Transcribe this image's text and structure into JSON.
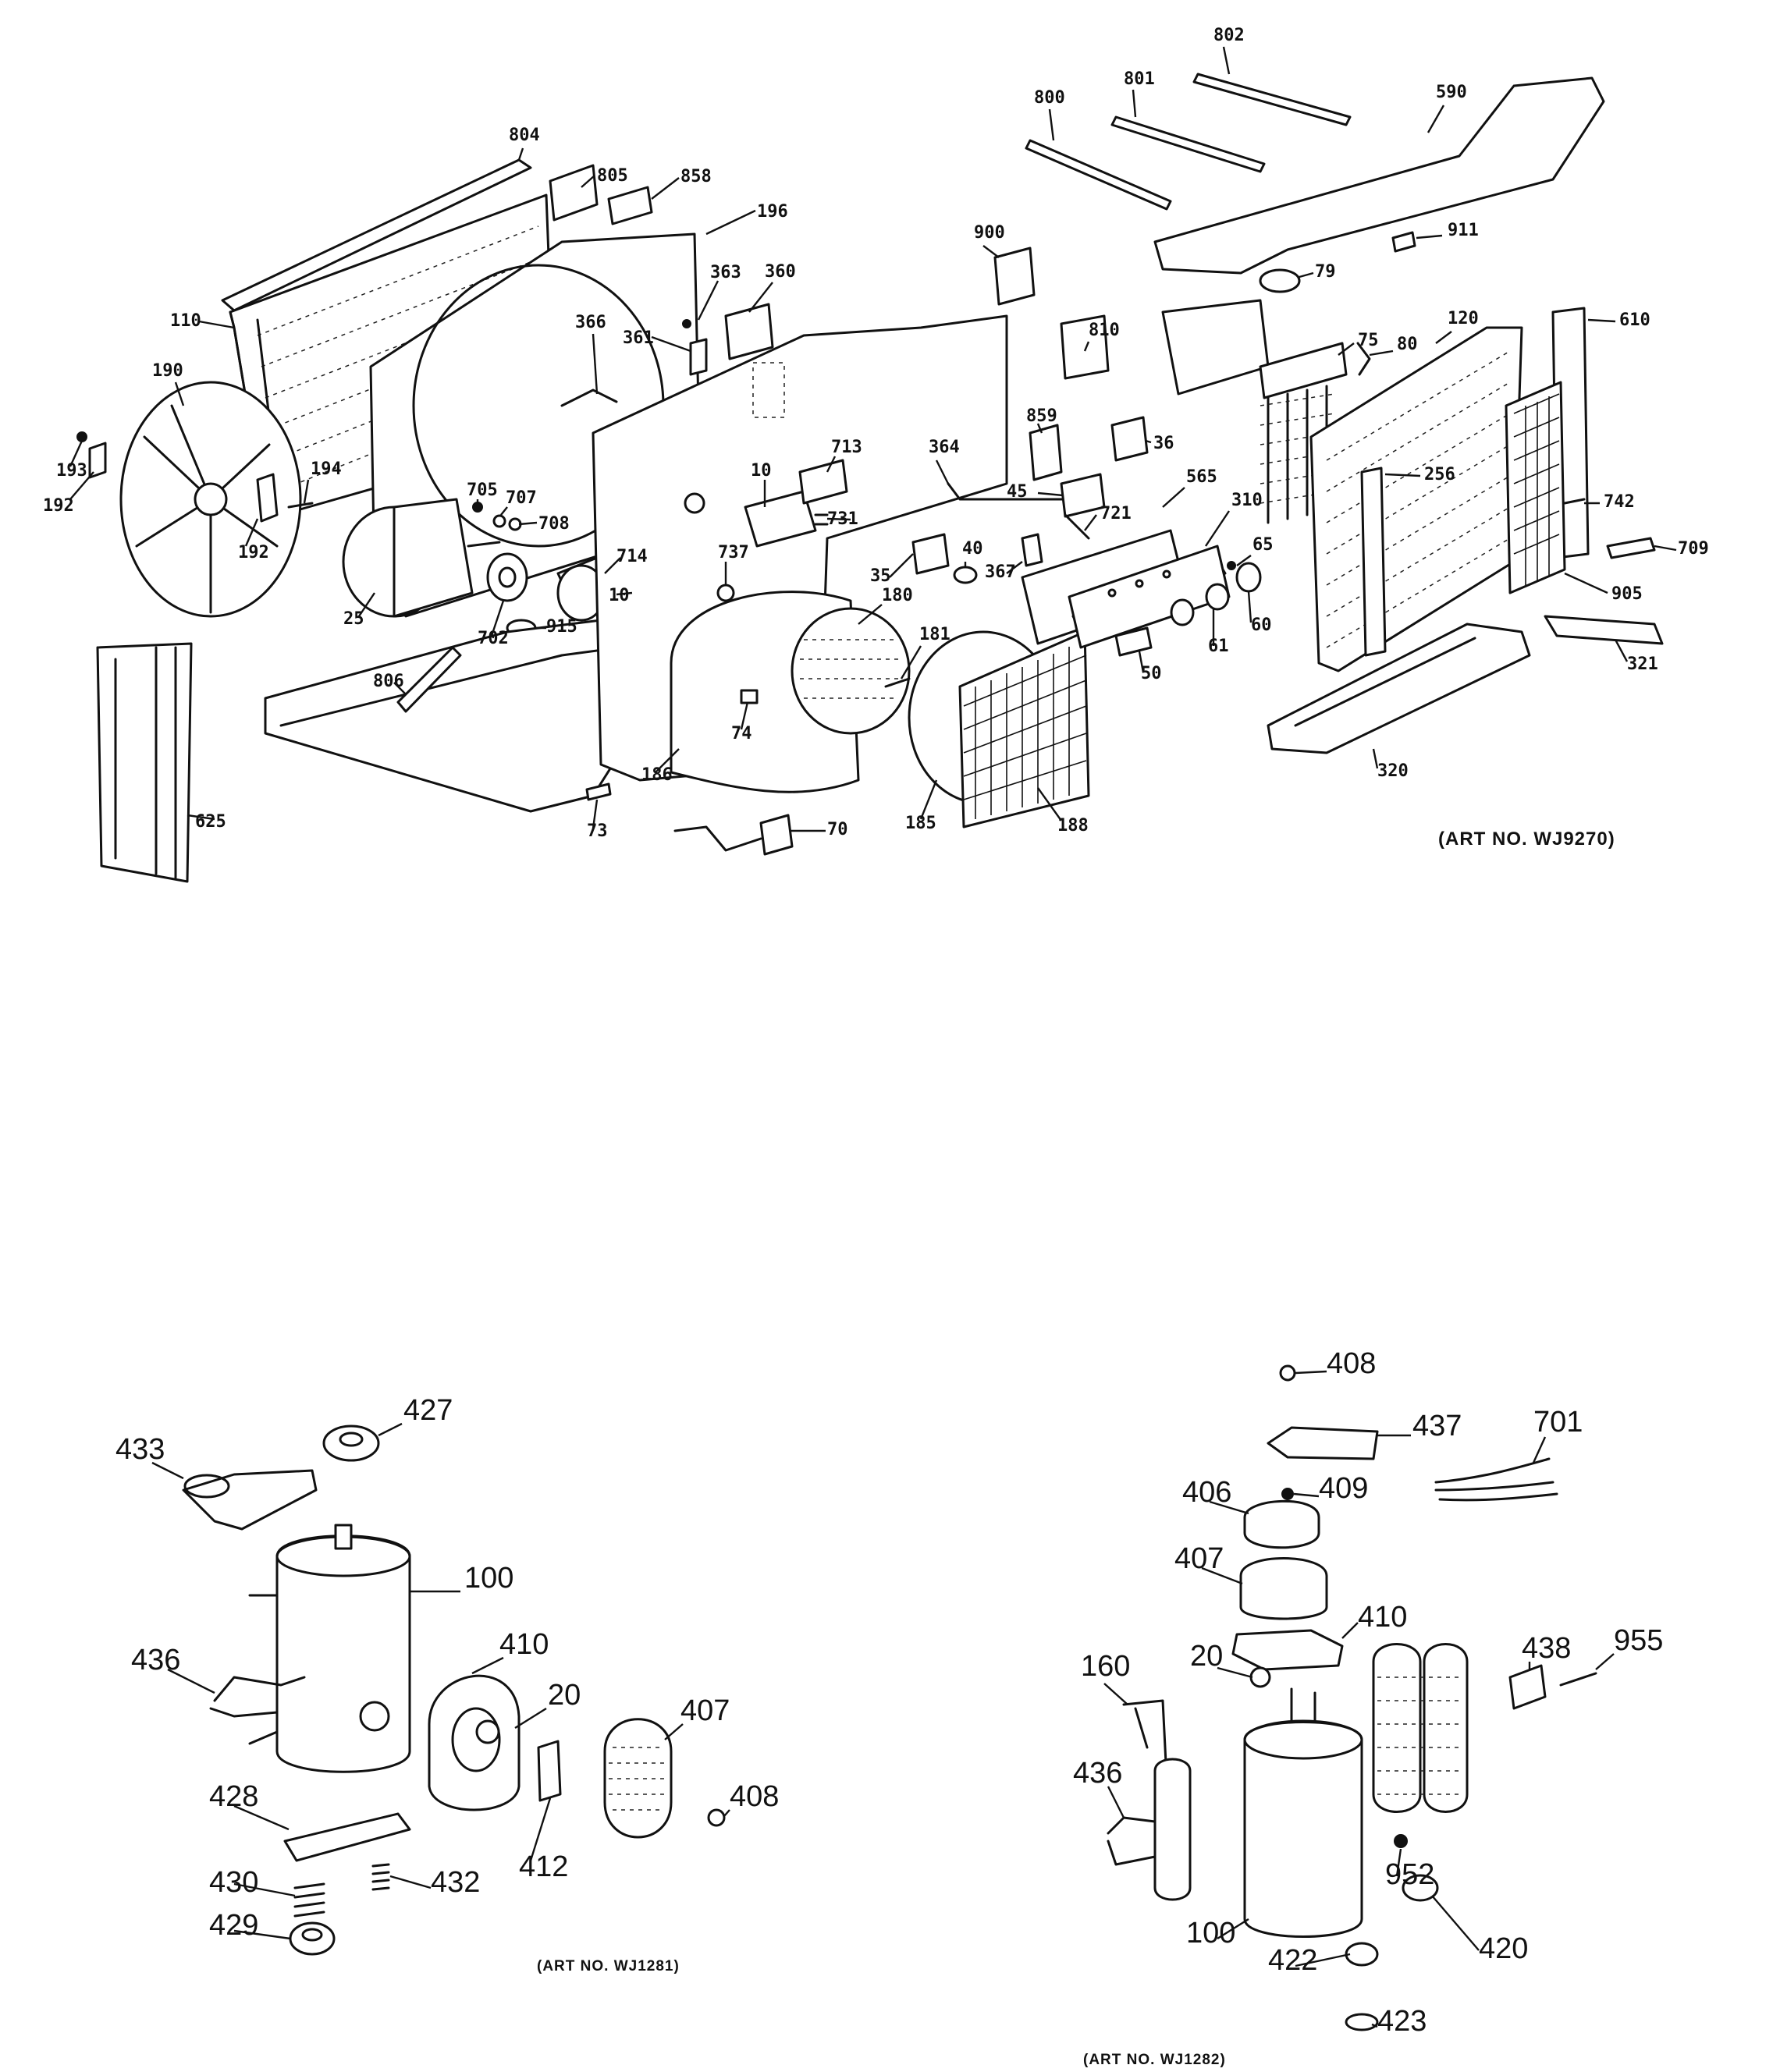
{
  "art_numbers": {
    "main": "(ART NO. WJ9270)",
    "left_compressor": "(ART NO. WJ1281)",
    "right_compressor": "(ART NO. WJ1282)"
  },
  "callouts_main": [
    "804",
    "805",
    "858",
    "196",
    "110",
    "190",
    "193",
    "192",
    "194",
    "192",
    "363",
    "360",
    "361",
    "366",
    "705",
    "707",
    "708",
    "25",
    "702",
    "915",
    "806",
    "714",
    "10",
    "713",
    "10",
    "731",
    "737",
    "180",
    "181",
    "74",
    "186",
    "73",
    "70",
    "185",
    "188",
    "364",
    "35",
    "40",
    "367",
    "900",
    "810",
    "859",
    "36",
    "45",
    "721",
    "565",
    "310",
    "65",
    "61",
    "60",
    "50",
    "802",
    "801",
    "800",
    "590",
    "911",
    "79",
    "75",
    "80",
    "120",
    "610",
    "256",
    "742",
    "709",
    "905",
    "321",
    "320",
    "625"
  ],
  "callouts_left": [
    "433",
    "427",
    "100",
    "436",
    "410",
    "20",
    "407",
    "408",
    "428",
    "430",
    "432",
    "429",
    "412"
  ],
  "callouts_right": [
    "408",
    "437",
    "701",
    "406",
    "409",
    "407",
    "410",
    "20",
    "160",
    "438",
    "955",
    "436",
    "952",
    "100",
    "420",
    "422",
    "423"
  ]
}
